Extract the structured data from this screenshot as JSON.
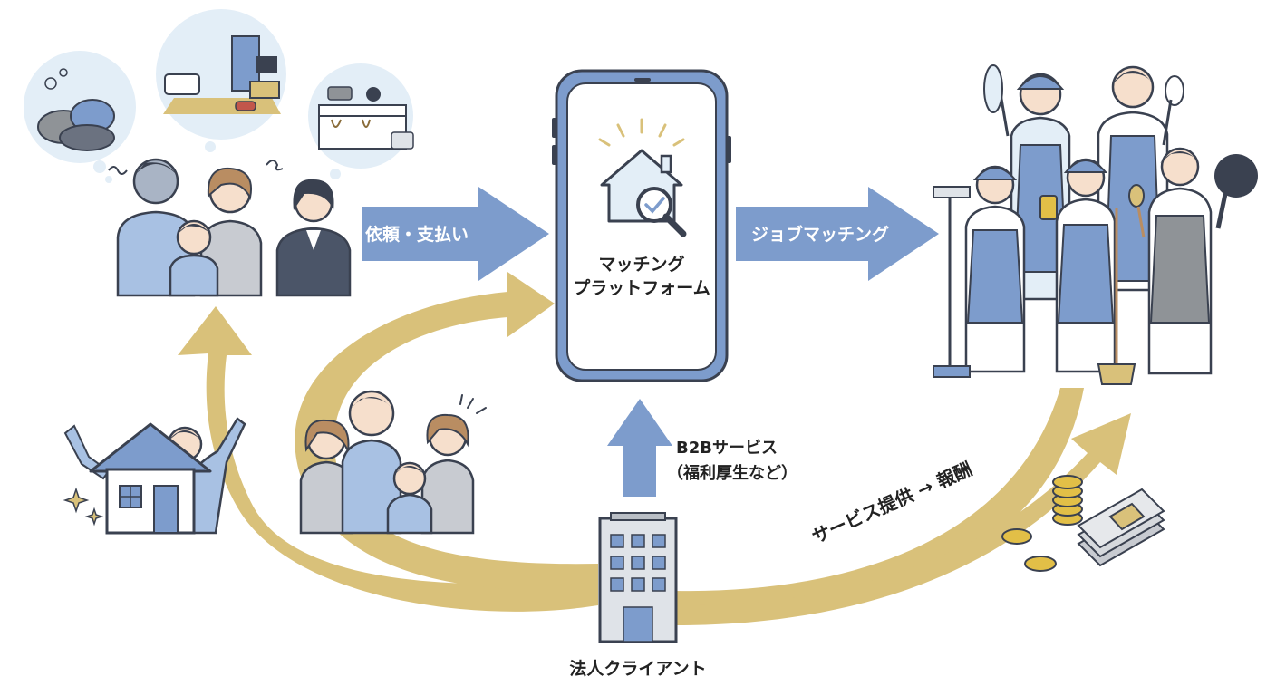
{
  "diagram": {
    "flow": {
      "request_payment": "依頼・支払い",
      "job_matching": "ジョブマッチング",
      "b2b_service_line1": "B2Bサービス",
      "b2b_service_line2": "（福利厚生など）",
      "service_to_reward": "サービス提供 → 報酬"
    },
    "platform": {
      "label_line1": "マッチング",
      "label_line2": "プラットフォーム"
    },
    "client": {
      "label": "法人クライアント"
    },
    "colors": {
      "blue_arrow": "#7d9ccc",
      "gold_arrow": "#d9c17a",
      "phone_frame": "#7d9ccc",
      "outline": "#3a4150",
      "bubble": "#e3eef7",
      "apron": "#7d9ccc",
      "gold_coin": "#e2bf47"
    },
    "icons": [
      "house-search-icon",
      "office-building-icon",
      "coins-icon",
      "cash-stack-icon",
      "happy-house-icon",
      "worried-family-icon",
      "happy-family-icon",
      "service-workers-icon",
      "messy-room-bubble-icon",
      "dirty-kitchen-bubble-icon",
      "dirty-laundry-bubble-icon"
    ]
  }
}
